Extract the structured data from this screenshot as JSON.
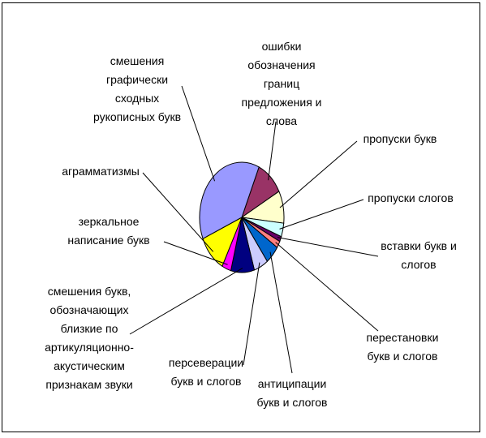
{
  "chart_data": {
    "type": "pie",
    "title": "",
    "slices": [
      {
        "label": "ошибки\nобозначения\nграниц\nпредложения и\nслова",
        "value": 10.5,
        "color": "#993366"
      },
      {
        "label": "пропуски букв",
        "value": 9.5,
        "color": "#ffffcc"
      },
      {
        "label": "пропуски слогов",
        "value": 4,
        "color": "#ccffff"
      },
      {
        "label": "вставки букв и\nслогов",
        "value": 1.5,
        "color": "#660066"
      },
      {
        "label": "перестановки\nбукв и слогов",
        "value": 2,
        "color": "#ff8080"
      },
      {
        "label": "антиципации\nбукв и слогов",
        "value": 5.5,
        "color": "#0066cc"
      },
      {
        "label": "персеверации\nбукв и слогов",
        "value": 5.5,
        "color": "#ccccff"
      },
      {
        "label": "смешения букв,\nобозначающих\nблизкие по\nартикуляционно-\nакустическим\nпризнакам звуки",
        "value": 9,
        "color": "#000080"
      },
      {
        "label": "зеркальное\nнаписание букв",
        "value": 3.5,
        "color": "#ff00ff"
      },
      {
        "label": "аграмматизмы",
        "value": 11,
        "color": "#ffff00"
      },
      {
        "label": "смешения\nграфически\nсходных\nрукописных букв",
        "value": 38,
        "color": "#9999ff"
      }
    ]
  }
}
